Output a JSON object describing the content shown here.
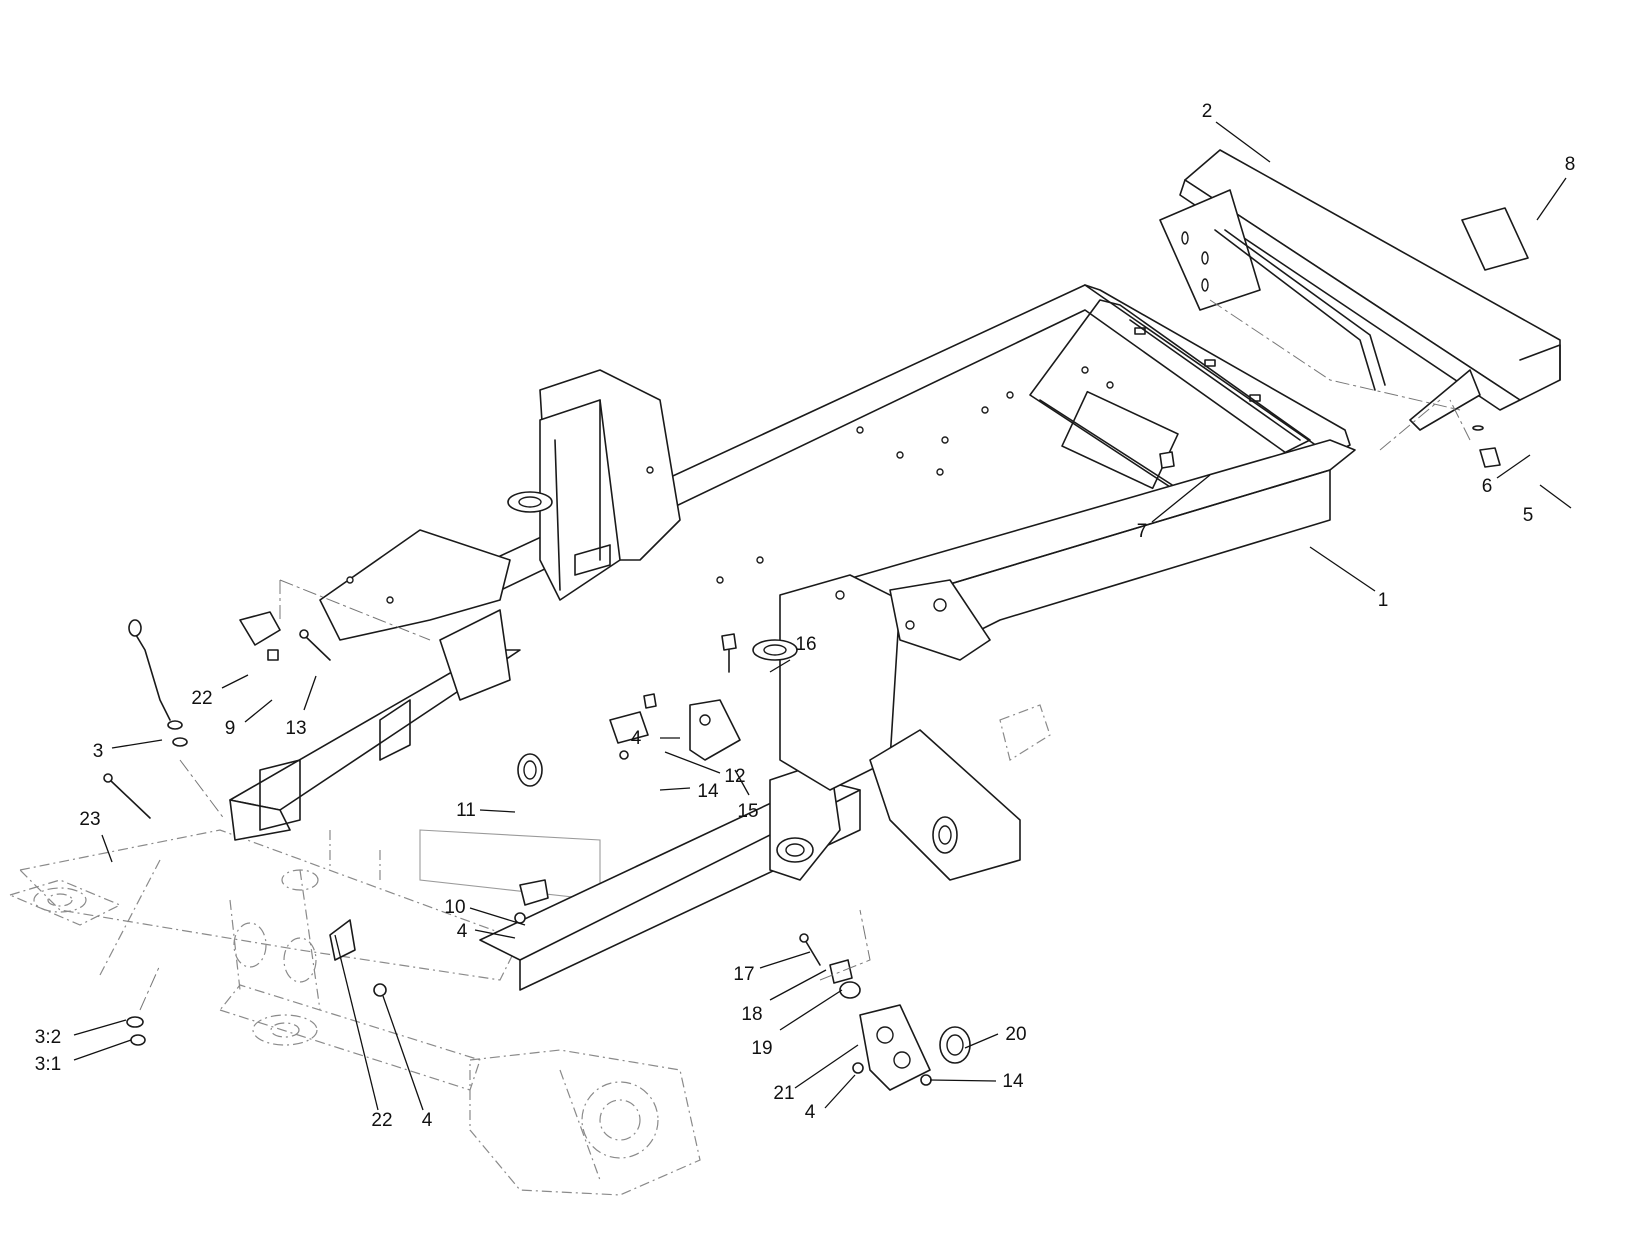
{
  "diagram": {
    "callouts": [
      {
        "id": "c2",
        "label": "2"
      },
      {
        "id": "c8",
        "label": "8"
      },
      {
        "id": "c6",
        "label": "6"
      },
      {
        "id": "c5",
        "label": "5"
      },
      {
        "id": "c7",
        "label": "7"
      },
      {
        "id": "c1",
        "label": "1"
      },
      {
        "id": "c16",
        "label": "16"
      },
      {
        "id": "c22a",
        "label": "22"
      },
      {
        "id": "c9",
        "label": "9"
      },
      {
        "id": "c13",
        "label": "13"
      },
      {
        "id": "c3",
        "label": "3"
      },
      {
        "id": "c4a",
        "label": "4"
      },
      {
        "id": "c12",
        "label": "12"
      },
      {
        "id": "c14a",
        "label": "14"
      },
      {
        "id": "c15",
        "label": "15"
      },
      {
        "id": "c11",
        "label": "11"
      },
      {
        "id": "c23",
        "label": "23"
      },
      {
        "id": "c10",
        "label": "10"
      },
      {
        "id": "c4b",
        "label": "4"
      },
      {
        "id": "c17",
        "label": "17"
      },
      {
        "id": "c18",
        "label": "18"
      },
      {
        "id": "c19",
        "label": "19"
      },
      {
        "id": "c20",
        "label": "20"
      },
      {
        "id": "c21",
        "label": "21"
      },
      {
        "id": "c14b",
        "label": "14"
      },
      {
        "id": "c4c",
        "label": "4"
      },
      {
        "id": "c3-2",
        "label": "3:2"
      },
      {
        "id": "c3-1",
        "label": "3:1"
      },
      {
        "id": "c22b",
        "label": "22"
      },
      {
        "id": "c4d",
        "label": "4"
      }
    ]
  }
}
